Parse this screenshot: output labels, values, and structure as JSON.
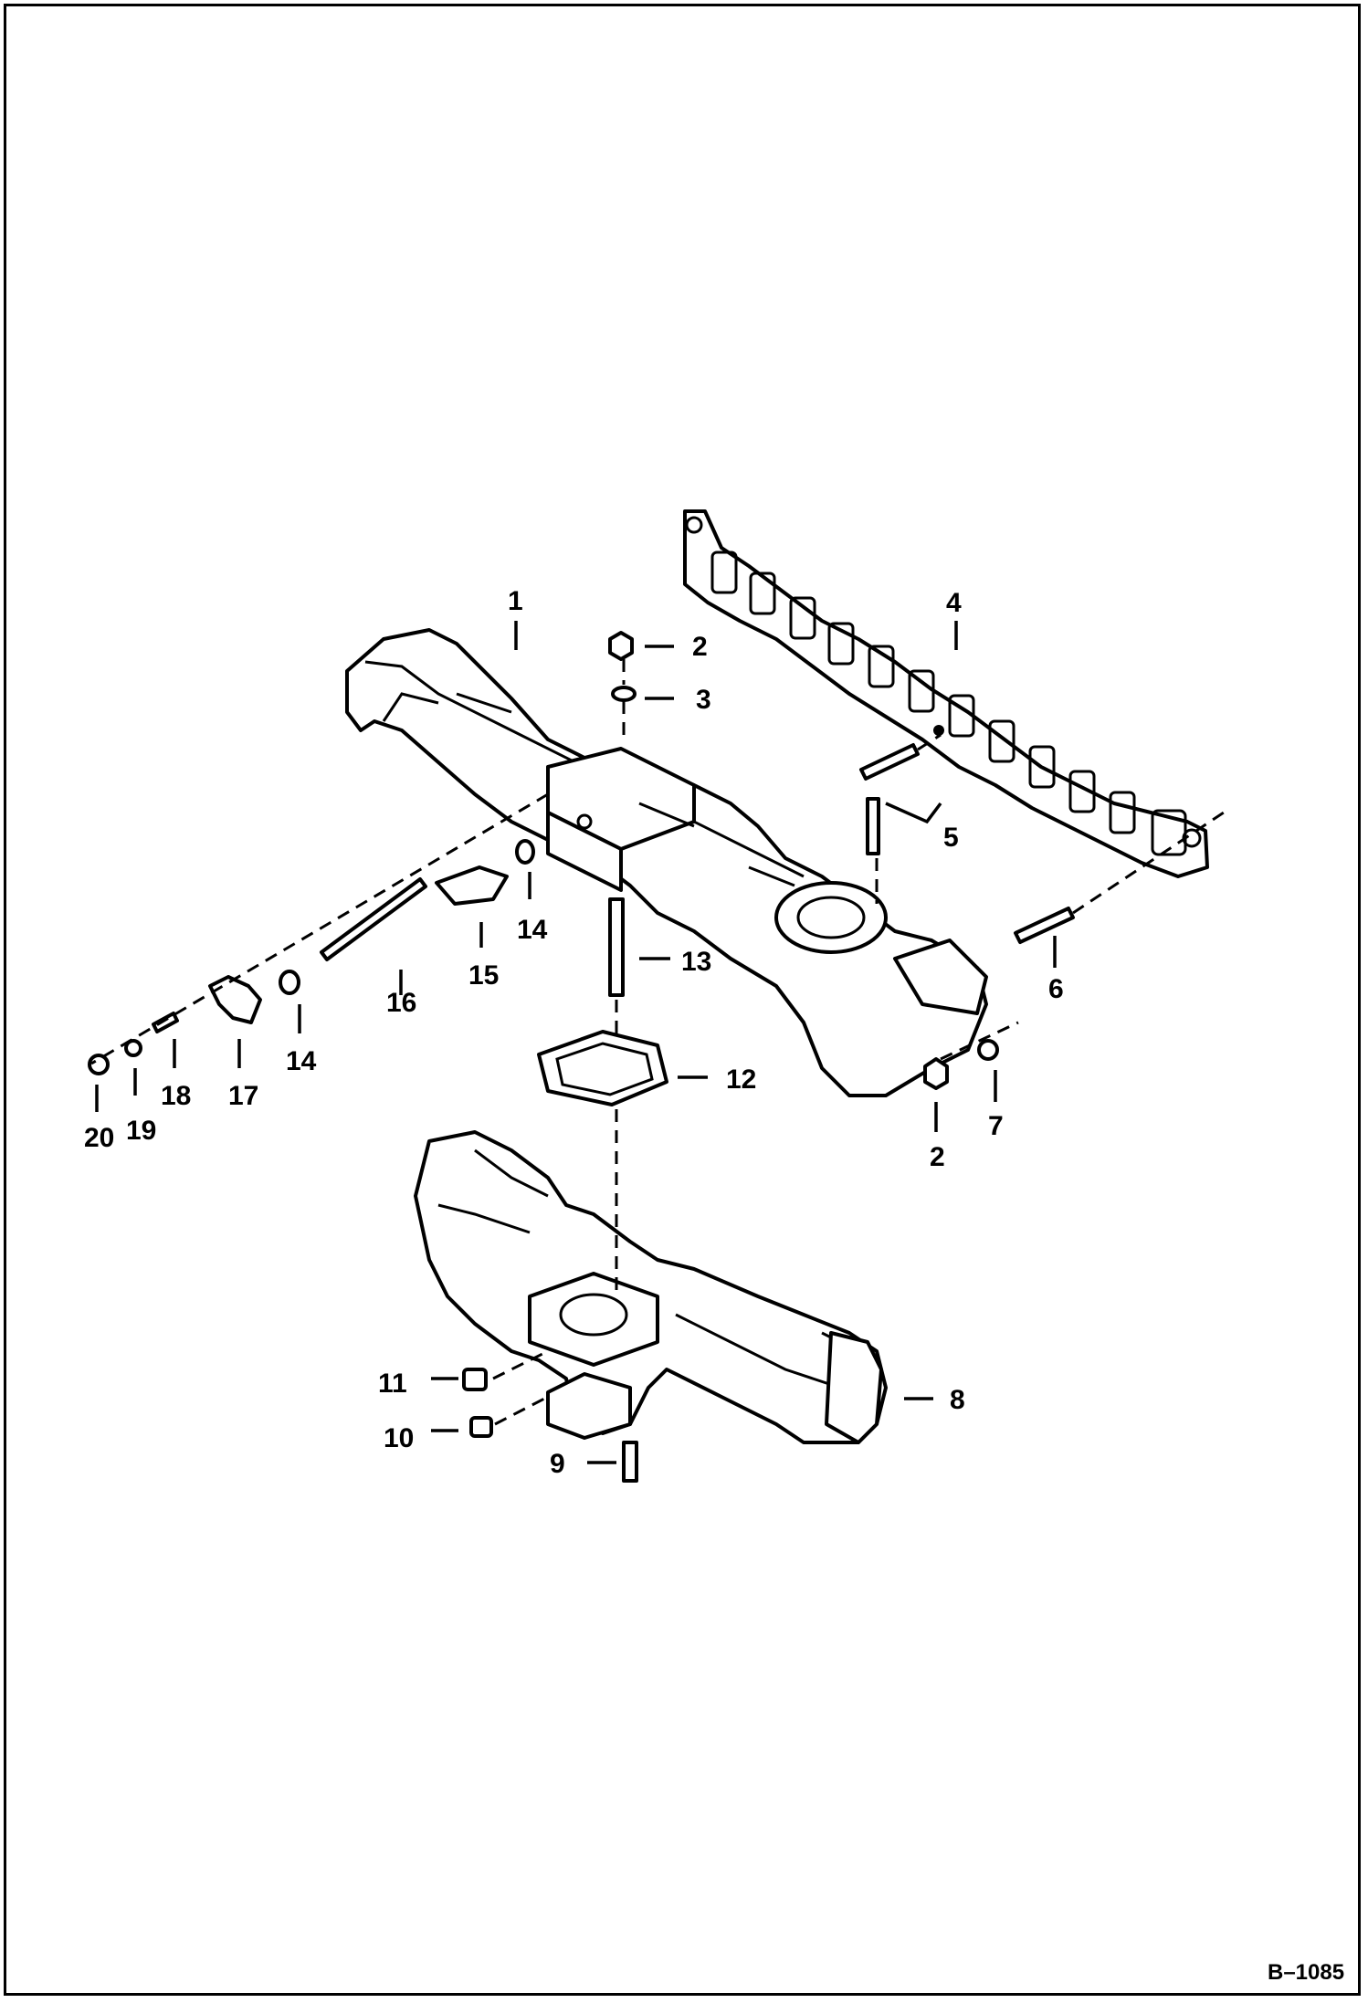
{
  "callouts": {
    "c1": "1",
    "c2": "2",
    "c3": "3",
    "c4": "4",
    "c5": "5",
    "c6": "6",
    "c7": "7",
    "c2b": "2",
    "c8": "8",
    "c9": "9",
    "c10": "10",
    "c11": "11",
    "c12": "12",
    "c13": "13",
    "c14a": "14",
    "c14b": "14",
    "c15": "15",
    "c16": "16",
    "c17": "17",
    "c18": "18",
    "c19": "19",
    "c20": "20"
  },
  "figure_reference": "B–1085"
}
